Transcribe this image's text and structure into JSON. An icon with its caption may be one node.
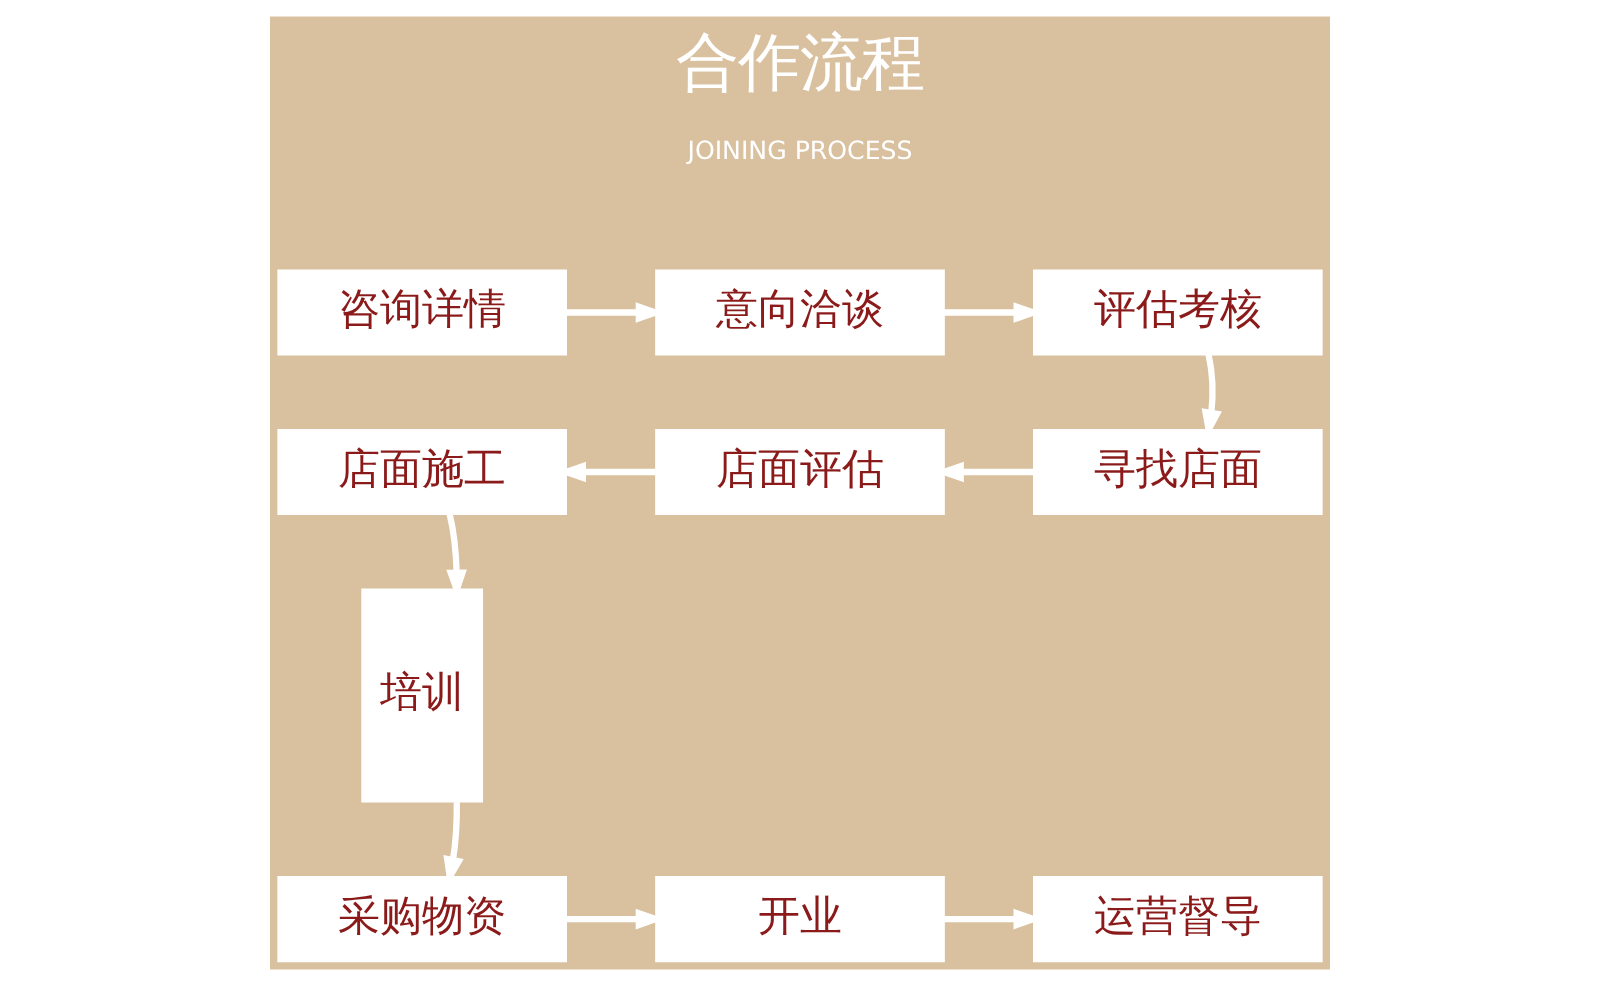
{
  "diagram": {
    "title": "合作流程",
    "nodes": [
      {
        "text": [
          "咨询详情"
        ]
      },
      {
        "text": [
          "意向洽谈"
        ]
      },
      {
        "text": [
          "评估考核"
        ]
      },
      {
        "text": [
          "寻找店面"
        ]
      },
      {
        "text": [
          "店面评估"
        ]
      },
      {
        "text": [
          "店面施工"
        ]
      },
      {
        "text": [
          "培训"
        ]
      },
      {
        "text": [
          "采购物资"
        ]
      },
      {
        "text": [
          "开业"
        ]
      },
      {
        "text": [
          "运营督导"
        ]
      }
    ],
    "edges": [
      {
        "from": 0,
        "to": 1,
        "arrow": "to"
      },
      {
        "from": 1,
        "to": 2,
        "arrow": "to"
      },
      {
        "from": 2,
        "to": 3,
        "arrow": "to"
      },
      {
        "from": 3,
        "to": 4,
        "arrow": "to"
      },
      {
        "from": 4,
        "to": 5,
        "arrow": "to"
      },
      {
        "from": 5,
        "to": 6,
        "arrow": "to"
      },
      {
        "from": 6,
        "to": 7,
        "arrow": "to"
      },
      {
        "from": 7,
        "to": 8,
        "arrow": "to"
      },
      {
        "from": 8,
        "to": 9,
        "arrow": "to"
      }
    ],
    "labels": [
      "JOINING PROCESS"
    ]
  }
}
